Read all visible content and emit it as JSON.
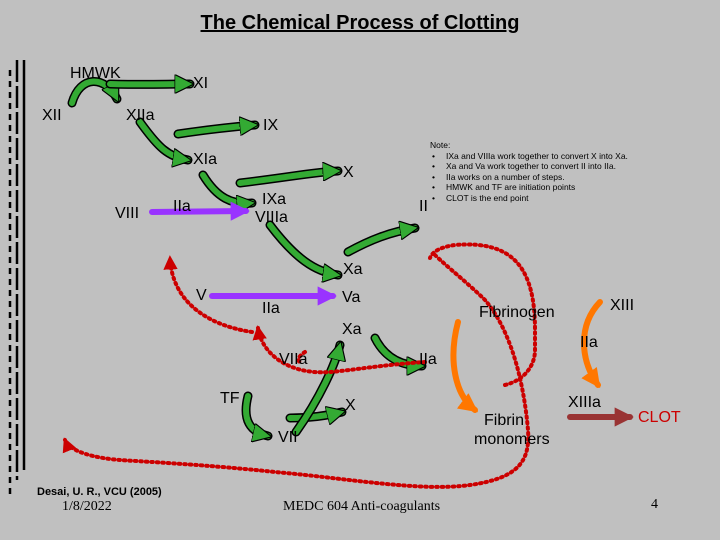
{
  "title": "The Chemical Process of Clotting",
  "labels": {
    "hmwk": "HMWK",
    "xi": "XI",
    "xii": "XII",
    "xiia": "XIIa",
    "ix": "IX",
    "xia": "XIa",
    "x_top": "X",
    "viii": "VIII",
    "iia_left": "IIa",
    "ixa": "IXa",
    "viiia": "VIIIa",
    "ii": "II",
    "xa_top": "Xa",
    "v": "V",
    "iia_mid": "IIa",
    "va": "Va",
    "xa_mid": "Xa",
    "fibrinogen": "Fibrinogen",
    "xiii": "XIII",
    "iia_right": "IIa",
    "viia": "VIIa",
    "iia_center": "IIa",
    "tf": "TF",
    "x_bottom": "X",
    "vii": "VII",
    "fibrin": "Fibrin",
    "monomers": "monomers",
    "xiiia": "XIIIa",
    "clot": "CLOT"
  },
  "note": {
    "heading": "Note:",
    "items": [
      "IXa and VIIIa work together to convert X into Xa.",
      "Xa and Va work together to convert II into IIa.",
      "IIa works on a number of steps.",
      "HMWK and TF are initiation points",
      "CLOT is the end point"
    ]
  },
  "footer": {
    "credit": "Desai, U. R., VCU (2005)",
    "date": "1/8/2022",
    "course": "MEDC 604 Anti-coagulants",
    "page": "4"
  },
  "colors": {
    "background": "#c0c0c0",
    "green_arrow": "#33aa33",
    "purple_arrow": "#9933ff",
    "red_dotted": "#cc0000",
    "orange_arrow": "#ff7700",
    "brown_arrow": "#993333",
    "clot_text": "#cc0000"
  }
}
